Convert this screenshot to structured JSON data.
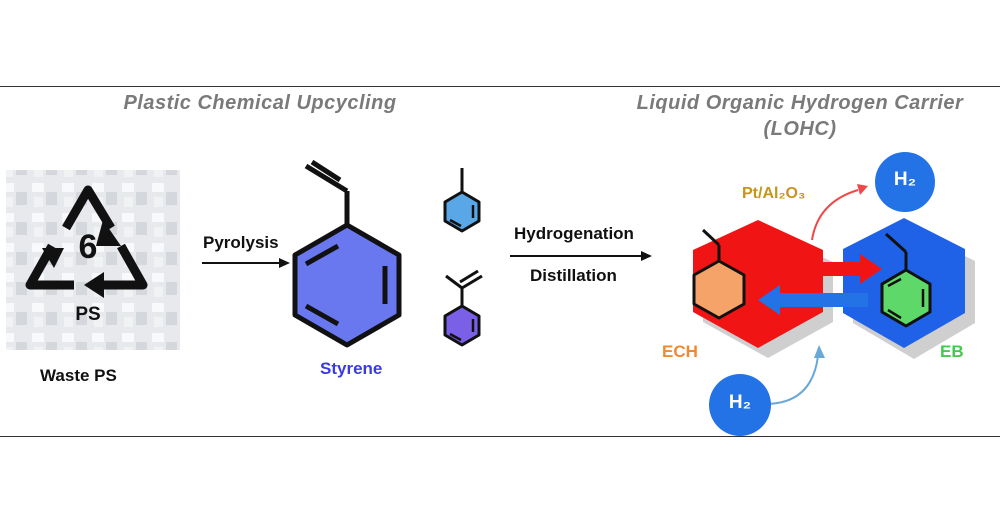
{
  "headings": {
    "upcycling": "Plastic Chemical Upcycling",
    "lohc_line1": "Liquid Organic Hydrogen Carrier",
    "lohc_line2": "(LOHC)"
  },
  "waste": {
    "recycle_number": "6",
    "recycle_code": "PS",
    "label": "Waste PS"
  },
  "steps": {
    "pyrolysis": "Pyrolysis",
    "hydrogenation": "Hydrogenation",
    "distillation": "Distillation"
  },
  "products": {
    "styrene": "Styrene"
  },
  "lohc": {
    "catalyst": "Pt/Al₂O₃",
    "h2_out": "H₂",
    "h2_in": "H₂",
    "ech": "ECH",
    "eb": "EB"
  },
  "colors": {
    "styrene_blue": "#6a78f0",
    "toluene_blue": "#5aa7e8",
    "ams_purple": "#7a60e6",
    "ech_red": "#f01414",
    "eb_blue": "#1f62e8",
    "ech_orange": "#f6a36a",
    "eb_green": "#5fd86a",
    "h2_blue": "#2372e6",
    "catalyst_gold": "#c8941c",
    "styrene_text": "#3a3ae0"
  }
}
